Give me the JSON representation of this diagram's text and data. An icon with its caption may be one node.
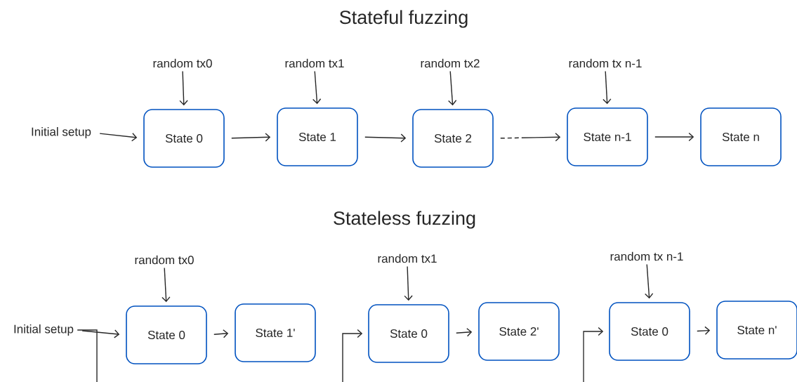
{
  "diagram": {
    "title": "Stateful fuzzing",
    "nodes": [
      {
        "text": [
          "random tx0"
        ]
      },
      {
        "text": [
          "random tx1"
        ]
      },
      {
        "text": [
          "random tx2"
        ]
      },
      {
        "text": [
          "random tx n-1"
        ]
      },
      {
        "text": [
          "Initial setup"
        ]
      },
      {
        "text": [
          "State 0"
        ]
      },
      {
        "text": [
          "State 1"
        ]
      },
      {
        "text": [
          "State 2"
        ]
      },
      {
        "text": [
          "State n-1"
        ]
      },
      {
        "text": [
          "State n"
        ]
      },
      {
        "text": [
          "random tx0"
        ]
      },
      {
        "text": [
          "random tx1"
        ]
      },
      {
        "text": [
          "random tx n-1"
        ]
      },
      {
        "text": [
          "Initial setup"
        ]
      },
      {
        "text": [
          "State 0"
        ]
      },
      {
        "text": [
          "State 1'"
        ]
      },
      {
        "text": [
          "State 0"
        ]
      },
      {
        "text": [
          "State 2'"
        ]
      },
      {
        "text": [
          "State 0"
        ]
      },
      {
        "text": [
          "State n'"
        ]
      }
    ],
    "edges": [
      {
        "from": 0,
        "to": 5,
        "arrow": "to"
      },
      {
        "from": 1,
        "to": 6,
        "arrow": "to"
      },
      {
        "from": 2,
        "to": 7,
        "arrow": "to"
      },
      {
        "from": 3,
        "to": 8,
        "arrow": "to"
      },
      {
        "from": 4,
        "to": 5,
        "arrow": "to"
      },
      {
        "from": 5,
        "to": 6,
        "arrow": "to"
      },
      {
        "from": 6,
        "to": 7,
        "arrow": "to"
      },
      {
        "from": 7,
        "to": 8,
        "arrow": "to",
        "style": "dashed"
      },
      {
        "from": 8,
        "to": 9,
        "arrow": "to"
      },
      {
        "from": 10,
        "to": 14,
        "arrow": "to"
      },
      {
        "from": 11,
        "to": 16,
        "arrow": "to"
      },
      {
        "from": 12,
        "to": 18,
        "arrow": "to"
      },
      {
        "from": 13,
        "to": 14,
        "arrow": "to"
      },
      {
        "from": 13,
        "to": null,
        "arrow": "none"
      },
      {
        "from": 14,
        "to": 15,
        "arrow": "to"
      },
      {
        "from": null,
        "to": 16,
        "arrow": "to"
      },
      {
        "from": 16,
        "to": 17,
        "arrow": "to"
      },
      {
        "from": null,
        "to": 18,
        "arrow": "to"
      },
      {
        "from": 18,
        "to": 19,
        "arrow": "to"
      }
    ],
    "labels": [
      "Stateless fuzzing"
    ]
  }
}
